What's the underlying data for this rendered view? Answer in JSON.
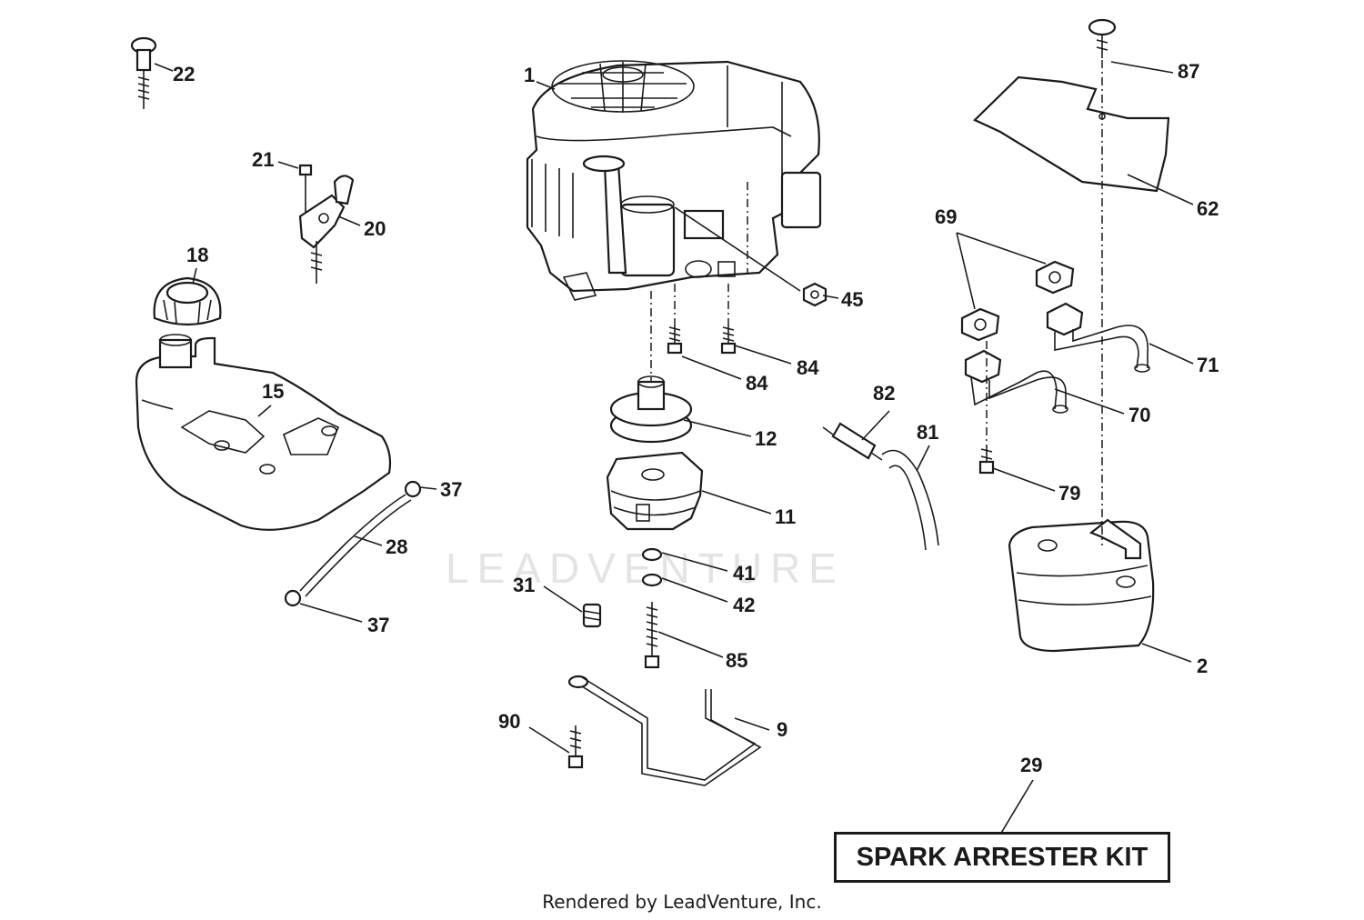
{
  "watermark": "LEADVENTURE",
  "kit_label": "SPARK ARRESTER KIT",
  "footer": "Rendered by LeadVenture, Inc.",
  "parts": {
    "p1": "1",
    "p2": "2",
    "p9": "9",
    "p11": "11",
    "p12": "12",
    "p15": "15",
    "p18": "18",
    "p20": "20",
    "p21": "21",
    "p22": "22",
    "p28": "28",
    "p29": "29",
    "p31": "31",
    "p37a": "37",
    "p37b": "37",
    "p41": "41",
    "p42": "42",
    "p45": "45",
    "p62": "62",
    "p69": "69",
    "p70": "70",
    "p71": "71",
    "p79": "79",
    "p81": "81",
    "p82": "82",
    "p84a": "84",
    "p84b": "84",
    "p85": "85",
    "p87": "87",
    "p90": "90"
  }
}
